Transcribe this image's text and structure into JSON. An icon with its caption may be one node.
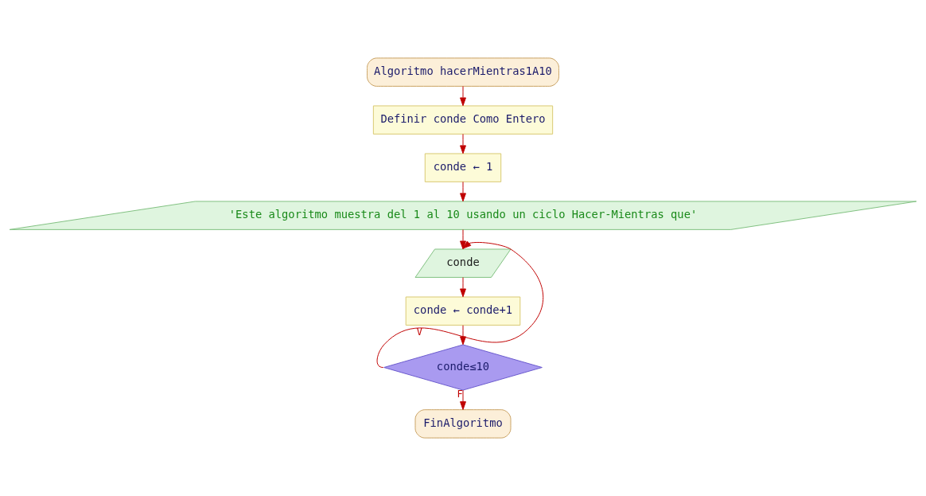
{
  "diagram": {
    "nodes": [
      {
        "text": [
          "Algoritmo hacerMientras1A10"
        ]
      },
      {
        "text": [
          "Definir conde Como Entero"
        ]
      },
      {
        "text": [
          "conde ← 1"
        ]
      },
      {
        "text": [
          "'Este algoritmo muestra del 1 al 10 usando un ciclo Hacer-Mientras que'"
        ]
      },
      {
        "text": [
          "conde"
        ]
      },
      {
        "text": [
          "conde ← conde+1"
        ]
      },
      {
        "text": [
          "conde≤10"
        ]
      },
      {
        "text": [
          "FinAlgoritmo"
        ]
      }
    ],
    "edges": [
      {
        "from": 0,
        "to": 1,
        "arrow": "to"
      },
      {
        "from": 1,
        "to": 2,
        "arrow": "to"
      },
      {
        "from": 2,
        "to": 3,
        "arrow": "to"
      },
      {
        "from": 3,
        "to": 4,
        "arrow": "to"
      },
      {
        "from": 4,
        "to": 5,
        "arrow": "to"
      },
      {
        "from": 5,
        "to": 6,
        "arrow": "to"
      },
      {
        "from": 6,
        "to": 4,
        "label": "V",
        "arrow": "to"
      },
      {
        "from": 6,
        "to": 7,
        "label": "F",
        "arrow": "to"
      }
    ]
  }
}
